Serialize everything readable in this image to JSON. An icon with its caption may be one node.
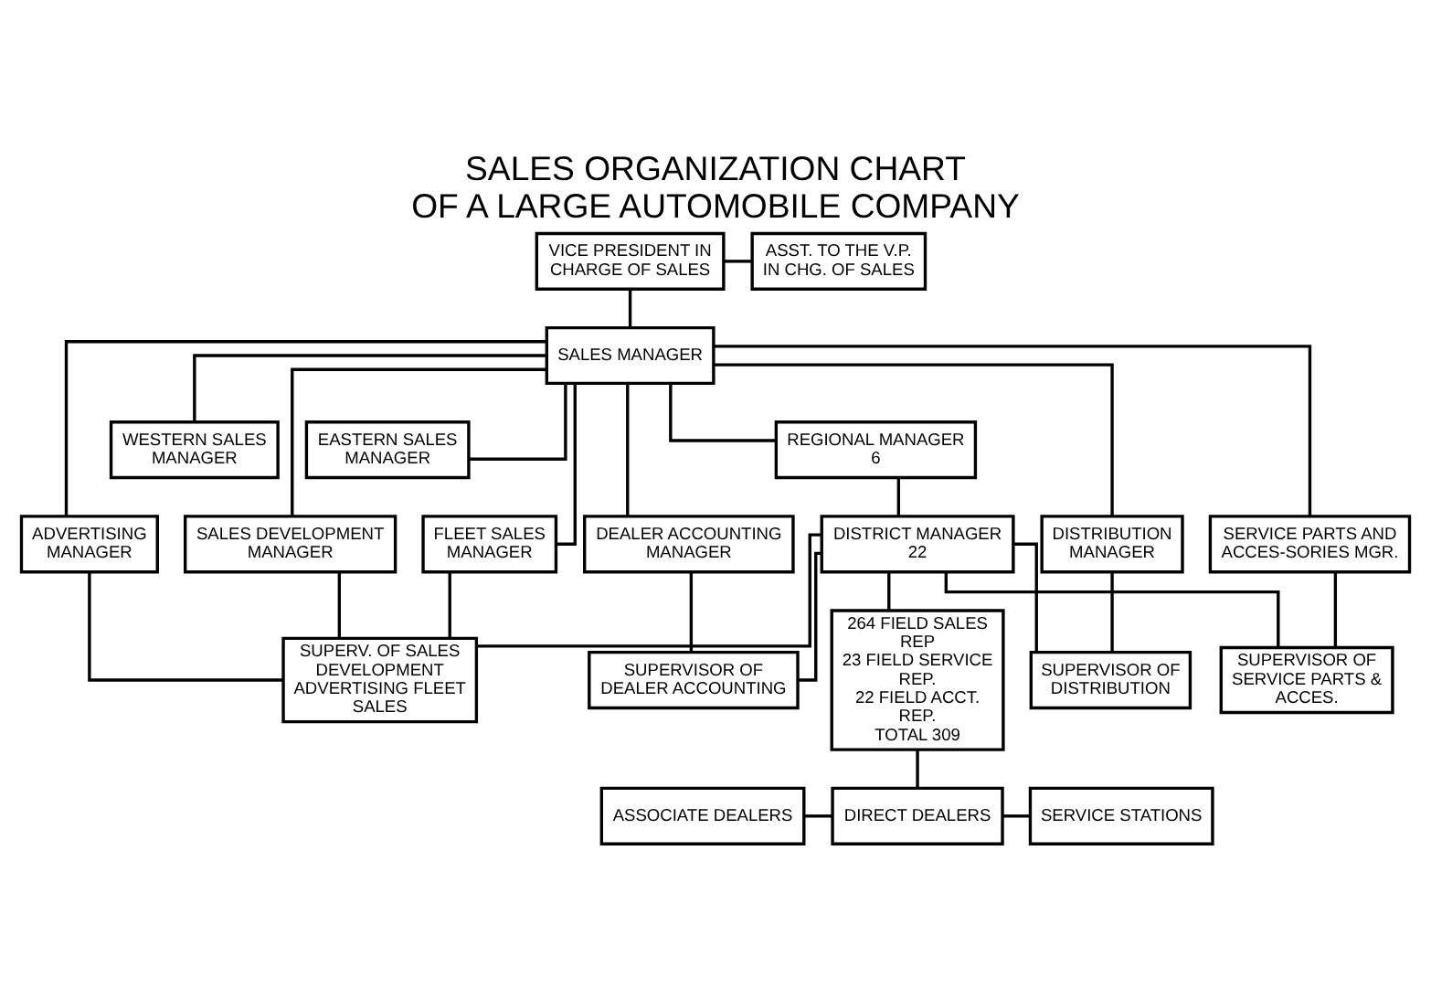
{
  "diagram": {
    "title": "SALES ORGANIZATION CHART",
    "caption": "OF A LARGE AUTOMOBILE COMPANY",
    "nodes": [
      {
        "text": [
          "VICE PRESIDENT IN CHARGE OF SALES"
        ]
      },
      {
        "text": [
          "ASST. TO THE V.P. IN CHG. OF SALES"
        ]
      },
      {
        "text": [
          "SALES MANAGER"
        ]
      },
      {
        "text": [
          "WESTERN SALES MANAGER"
        ]
      },
      {
        "text": [
          "EASTERN SALES MANAGER"
        ]
      },
      {
        "text": [
          "ADVERTISING MANAGER"
        ]
      },
      {
        "text": [
          "SALES DEVELOPMENT MANAGER"
        ]
      },
      {
        "text": [
          "FLEET SALES MANAGER"
        ]
      },
      {
        "text": [
          "DEALER ACCOUNTING MANAGER"
        ]
      },
      {
        "text": [
          "DISTRIBUTION MANAGER"
        ]
      },
      {
        "text": [
          "SERVICE PARTS AND ACCES-SORIES MGR."
        ]
      },
      {
        "text": [
          "REGIONAL MANAGER",
          "6"
        ]
      },
      {
        "text": [
          "DISTRICT MANAGER",
          "22"
        ]
      },
      {
        "text": [
          "SUPERV. OF SALES DEVELOPMENT ADVERTISING FLEET SALES"
        ]
      },
      {
        "text": [
          "SUPERVISOR OF DEALER ACCOUNTING"
        ]
      },
      {
        "text": [
          "SUPERVISOR OF DISTRIBUTION"
        ]
      },
      {
        "text": [
          "SUPERVISOR OF SERVICE PARTS & ACCES."
        ]
      },
      {
        "text": [
          "264 FIELD SALES REP",
          "23 FIELD SERVICE REP.",
          "22 FIELD ACCT. REP.",
          "TOTAL 309"
        ]
      },
      {
        "text": [
          "ASSOCIATE DEALERS"
        ]
      },
      {
        "text": [
          "DIRECT DEALERS"
        ]
      },
      {
        "text": [
          "SERVICE STATIONS"
        ]
      }
    ],
    "edges": [
      {
        "from": 0,
        "to": 1,
        "arrow": "none"
      },
      {
        "from": 0,
        "to": 2,
        "arrow": "none"
      },
      {
        "from": 2,
        "to": 3,
        "arrow": "none"
      },
      {
        "from": 2,
        "to": 4,
        "arrow": "none"
      },
      {
        "from": 2,
        "to": 5,
        "arrow": "none"
      },
      {
        "from": 2,
        "to": 6,
        "arrow": "none"
      },
      {
        "from": 2,
        "to": 7,
        "arrow": "none"
      },
      {
        "from": 2,
        "to": 8,
        "arrow": "none"
      },
      {
        "from": 2,
        "to": 9,
        "arrow": "none"
      },
      {
        "from": 2,
        "to": 10,
        "arrow": "none"
      },
      {
        "from": 2,
        "to": 11,
        "arrow": "none"
      },
      {
        "from": 11,
        "to": 12,
        "arrow": "none"
      },
      {
        "from": 5,
        "to": 13,
        "arrow": "none"
      },
      {
        "from": 6,
        "to": 13,
        "arrow": "none"
      },
      {
        "from": 7,
        "to": 13,
        "arrow": "none"
      },
      {
        "from": 8,
        "to": 14,
        "arrow": "none"
      },
      {
        "from": 9,
        "to": 15,
        "arrow": "none"
      },
      {
        "from": 10,
        "to": 16,
        "arrow": "none"
      },
      {
        "from": 12,
        "to": 13,
        "arrow": "none"
      },
      {
        "from": 12,
        "to": 14,
        "arrow": "none"
      },
      {
        "from": 12,
        "to": 15,
        "arrow": "none"
      },
      {
        "from": 12,
        "to": 16,
        "arrow": "none"
      },
      {
        "from": 12,
        "to": 17,
        "arrow": "none"
      },
      {
        "from": 17,
        "to": 19,
        "arrow": "none"
      },
      {
        "from": 18,
        "to": 19,
        "arrow": "none"
      },
      {
        "from": 19,
        "to": 20,
        "arrow": "none"
      }
    ]
  }
}
